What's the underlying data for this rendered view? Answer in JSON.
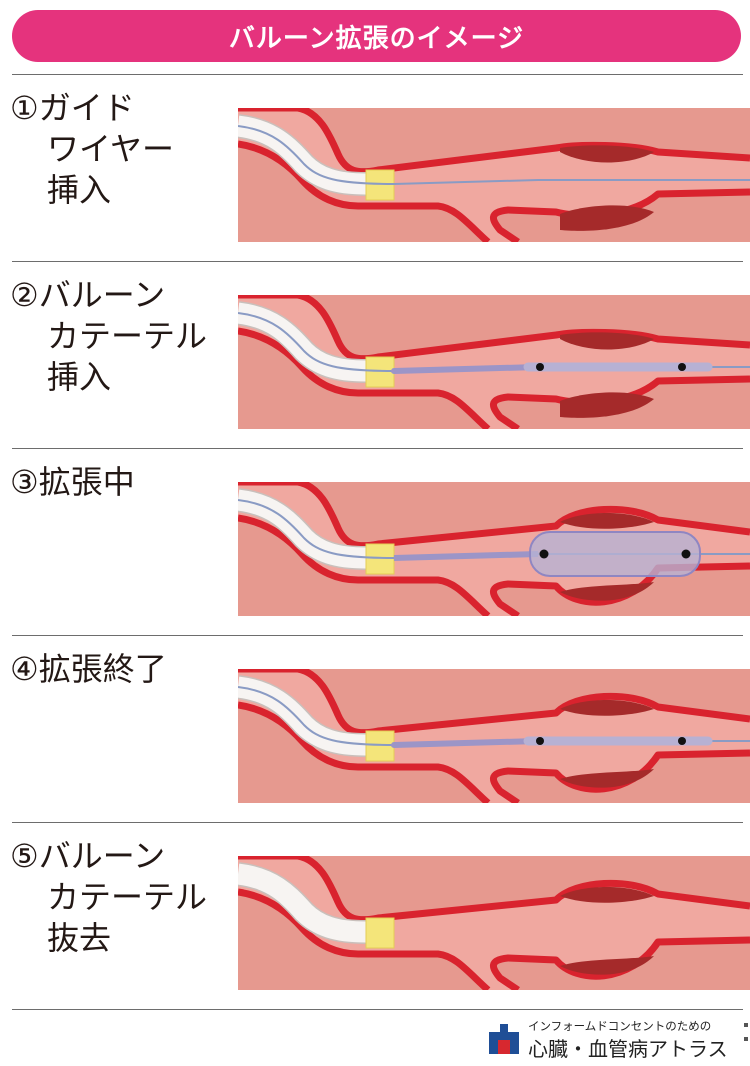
{
  "header": {
    "title": "バルーン拡張のイメージ"
  },
  "steps": [
    {
      "number": "①",
      "lines": [
        "ガイド",
        "ワイヤー",
        "挿入"
      ],
      "balloon_state": "none",
      "guidewire": true,
      "stenosis": "narrowed"
    },
    {
      "number": "②",
      "lines": [
        "バルーン",
        "カテーテル",
        "挿入"
      ],
      "balloon_state": "deflated",
      "guidewire": true,
      "stenosis": "narrowed"
    },
    {
      "number": "③",
      "lines": [
        "拡張中"
      ],
      "balloon_state": "inflated",
      "guidewire": true,
      "stenosis": "dilated"
    },
    {
      "number": "④",
      "lines": [
        "拡張終了"
      ],
      "balloon_state": "deflated",
      "guidewire": true,
      "stenosis": "dilated"
    },
    {
      "number": "⑤",
      "lines": [
        "バルーン",
        "カテーテル",
        "抜去"
      ],
      "balloon_state": "none",
      "guidewire": false,
      "stenosis": "dilated"
    }
  ],
  "footer": {
    "logo_subtitle": "インフォームドコンセントのための",
    "logo_title": "心臓・血管病アトラス",
    "logo_icon": "building-logo-icon"
  },
  "colors": {
    "header_bg": "#e5337d",
    "vessel_wall": "#d9232e",
    "vessel_lumen": "#f0a8a0",
    "tissue": "#e6998f",
    "plaque": "#a52a2a",
    "guiding_catheter": "#f7f4f2",
    "marker_band": "#f4e57a",
    "balloon": "#b7b1d3"
  }
}
